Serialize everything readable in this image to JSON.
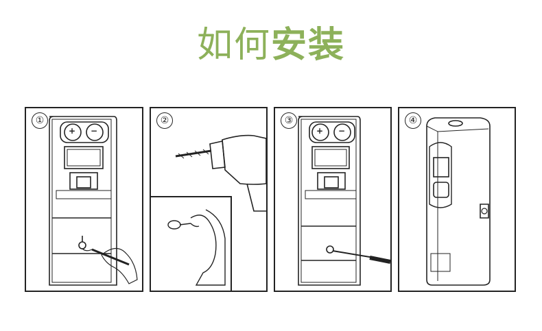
{
  "title": {
    "light": "如何",
    "bold": "安装"
  },
  "steps": [
    {
      "number": "①"
    },
    {
      "number": "②"
    },
    {
      "number": "③"
    },
    {
      "number": "④"
    }
  ],
  "battery_labels": {
    "plus": "+",
    "minus": "−"
  },
  "colors": {
    "title": "#8db15a",
    "line": "#222222"
  }
}
